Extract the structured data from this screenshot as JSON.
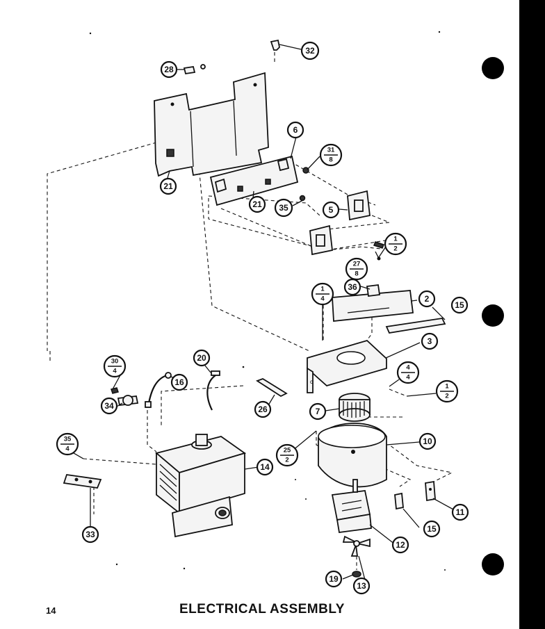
{
  "page": {
    "number": "14",
    "title": "ELECTRICAL ASSEMBLY"
  },
  "callouts": [
    {
      "id": "c1",
      "label": "1",
      "denominator": "4"
    },
    {
      "id": "c2",
      "label": "1",
      "denominator": "2"
    },
    {
      "id": "c3",
      "label": "1",
      "denominator": "2"
    },
    {
      "id": "c4",
      "label": "2"
    },
    {
      "id": "c5",
      "label": "3"
    },
    {
      "id": "c6",
      "label": "4",
      "denominator": "4"
    },
    {
      "id": "c7",
      "label": "5"
    },
    {
      "id": "c8",
      "label": "6"
    },
    {
      "id": "c9",
      "label": "7"
    },
    {
      "id": "c10",
      "label": "10"
    },
    {
      "id": "c11",
      "label": "11"
    },
    {
      "id": "c12",
      "label": "12"
    },
    {
      "id": "c13",
      "label": "13"
    },
    {
      "id": "c14",
      "label": "14"
    },
    {
      "id": "c15",
      "label": "15"
    },
    {
      "id": "c16",
      "label": "15"
    },
    {
      "id": "c17",
      "label": "16"
    },
    {
      "id": "c18",
      "label": "19"
    },
    {
      "id": "c19",
      "label": "20"
    },
    {
      "id": "c20",
      "label": "21"
    },
    {
      "id": "c21",
      "label": "21"
    },
    {
      "id": "c22",
      "label": "25",
      "denominator": "2"
    },
    {
      "id": "c23",
      "label": "26"
    },
    {
      "id": "c24",
      "label": "27",
      "denominator": "8"
    },
    {
      "id": "c25",
      "label": "28"
    },
    {
      "id": "c26",
      "label": "30",
      "denominator": "4"
    },
    {
      "id": "c27",
      "label": "31",
      "denominator": "8"
    },
    {
      "id": "c28",
      "label": "32"
    },
    {
      "id": "c29",
      "label": "33"
    },
    {
      "id": "c30",
      "label": "34"
    },
    {
      "id": "c31",
      "label": "35"
    },
    {
      "id": "c32",
      "label": "35",
      "denominator": "4"
    },
    {
      "id": "c33",
      "label": "36"
    }
  ],
  "colors": {
    "ink": "#111111",
    "paper": "#ffffff"
  }
}
